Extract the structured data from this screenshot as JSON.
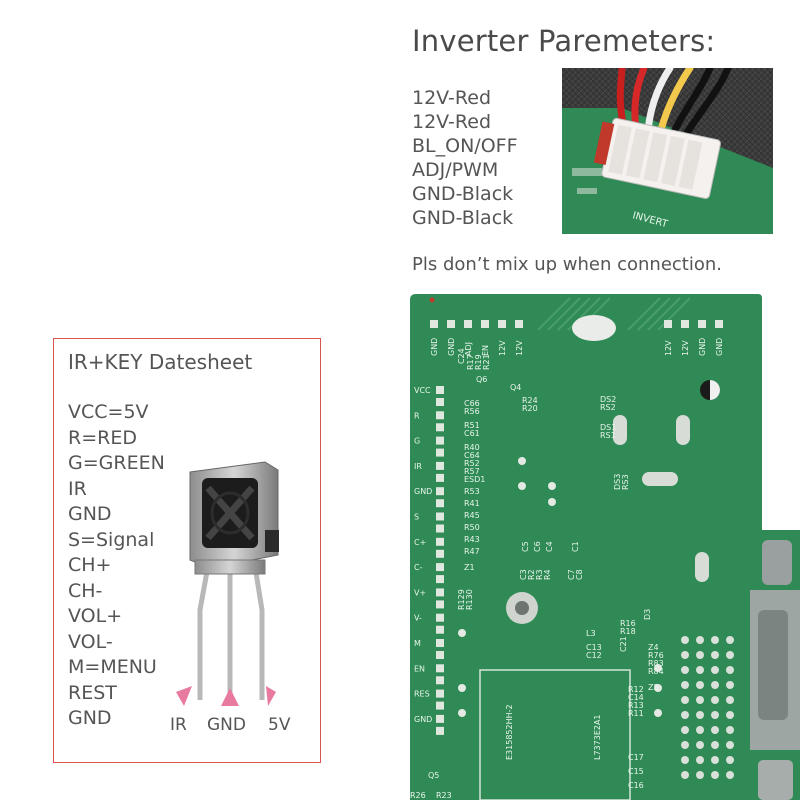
{
  "inverter": {
    "title": "Inverter Paremeters:",
    "pins": [
      "12V-Red",
      "12V-Red",
      "BL_ON/OFF",
      "ADJ/PWM",
      "GND-Black",
      "GND-Black"
    ],
    "note": "Pls don’t mix up when connection.",
    "wire_colors": [
      "#d62828",
      "#d62828",
      "#f2f2f2",
      "#f2c94c",
      "#111111",
      "#111111"
    ]
  },
  "ir": {
    "title": "IR+KEY Datesheet",
    "pins": [
      "VCC=5V",
      "R=RED",
      "G=GREEN",
      "IR",
      "GND",
      "S=Signal",
      "CH+",
      "CH-",
      "VOL+",
      "VOL-",
      "M=MENU",
      "REST",
      "GND"
    ],
    "legs": [
      "IR",
      "GND",
      "5V"
    ],
    "border_color": "#d9534f",
    "arrow_color": "#e87aa0"
  },
  "board": {
    "top_left_pins": [
      "GND",
      "GND",
      "ADJ",
      "EN",
      "12V",
      "12V"
    ],
    "top_right_pins": [
      "12V",
      "12V",
      "GND",
      "GND"
    ],
    "left_pins": [
      "VCC",
      "R",
      "G",
      "IR",
      "GND",
      "S",
      "C+",
      "C-",
      "V+",
      "V-",
      "M",
      "EN",
      "RES",
      "GND"
    ],
    "components": [
      "C24",
      "R17",
      "R19",
      "R21",
      "Q6",
      "Q4",
      "R24",
      "R20",
      "C66",
      "R56",
      "R51",
      "C61",
      "R40",
      "C64",
      "R52",
      "R57",
      "ESD1",
      "R53",
      "R41",
      "R45",
      "R50",
      "R43",
      "R47",
      "DS2",
      "RS2",
      "DS1",
      "RS1",
      "DS3",
      "RS3",
      "C5",
      "C6",
      "C4",
      "C1",
      "C3",
      "R2",
      "R3",
      "R4",
      "C7",
      "C8",
      "Z1",
      "R129",
      "R130",
      "R16",
      "R18",
      "D3",
      "L3",
      "C13",
      "C12",
      "C21",
      "Z4",
      "R76",
      "R83",
      "R84",
      "Z5",
      "R12",
      "C14",
      "R13",
      "R11",
      "C17",
      "C15",
      "C16",
      "Q5",
      "R26",
      "R23"
    ],
    "chips": [
      "E315852HH-2",
      "L7373E2A1"
    ],
    "pcb_color": "#2f8a55"
  }
}
